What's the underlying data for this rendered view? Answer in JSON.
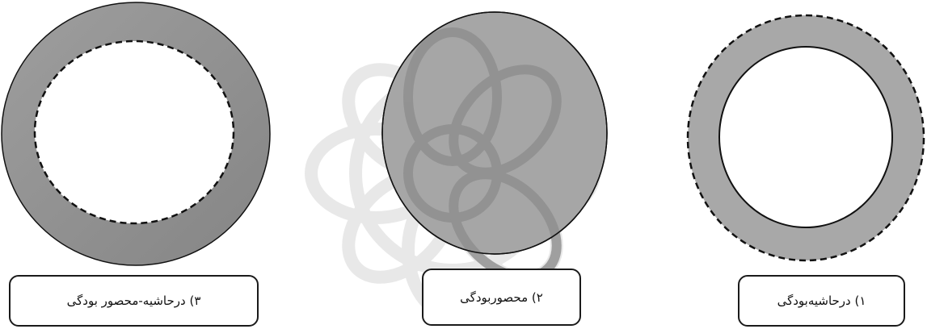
{
  "diagram": {
    "panels": [
      {
        "id": "1",
        "label": "۱) درحاشیه‌بودگی",
        "outer_ring": "dashed",
        "inner_ring": "solid",
        "fill": "ring"
      },
      {
        "id": "2",
        "label": "۲) محصوربودگی",
        "outer_ring": "solid",
        "fill": "full"
      },
      {
        "id": "3",
        "label": "۳) درحاشیه-محصور بودگی",
        "outer_ring": "solid",
        "inner_ring": "dashed",
        "fill": "ring"
      }
    ],
    "colors": {
      "shape_fill": "#a6a6a6",
      "shape_fill_dark": "#8f8f8f",
      "stroke": "#111111",
      "watermark": "#d9d9d9"
    }
  }
}
